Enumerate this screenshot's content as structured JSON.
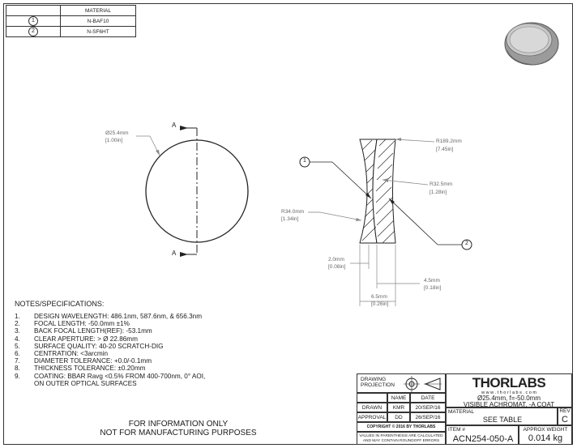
{
  "material_table": {
    "header": "MATERIAL",
    "rows": [
      {
        "num": "1",
        "material": "N-BAF10"
      },
      {
        "num": "2",
        "material": "N-SF6HT"
      }
    ]
  },
  "front_view": {
    "section_mark_top": "A",
    "section_mark_bottom": "A",
    "diameter_mm": "Ø25.4mm",
    "diameter_in": "[1.00in]"
  },
  "section_view": {
    "callout_1": "1",
    "callout_2": "2",
    "r1_mm": "R189.2mm",
    "r1_in": "[7.45in]",
    "r2_mm": "R32.5mm",
    "r2_in": "[1.28in]",
    "r3_mm": "R34.0mm",
    "r3_in": "[1.34in]",
    "t1_mm": "2.0mm",
    "t1_in": "[0.08in]",
    "t2_mm": "4.5mm",
    "t2_in": "[0.18in]",
    "t3_mm": "6.5mm",
    "t3_in": "[0.26in]"
  },
  "notes": {
    "title": "NOTES/SPECIFICATIONS:",
    "items": [
      {
        "n": "1.",
        "text": "DESIGN WAVELENGTH: 486.1nm, 587.6nm, & 656.3nm"
      },
      {
        "n": "2.",
        "text": "FOCAL LENGTH: -50.0mm ±1%"
      },
      {
        "n": "3.",
        "text": "BACK FOCAL LENGTH(REF): -53.1mm"
      },
      {
        "n": "4.",
        "text": "CLEAR APERTURE: > Ø 22.86mm"
      },
      {
        "n": "5.",
        "text": "SURFACE QUALITY: 40-20 SCRATCH-DIG"
      },
      {
        "n": "6.",
        "text": "CENTRATION: <3arcmin"
      },
      {
        "n": "7.",
        "text": "DIAMETER TOLERANCE: +0.0/-0.1mm"
      },
      {
        "n": "8.",
        "text": "THICKNESS TOLERANCE: ±0.20mm"
      },
      {
        "n": "9.",
        "text": "COATING: BBAR Ravg <0.5% FROM 400-700nm, 0° AOI,"
      },
      {
        "n": "",
        "text": "ON OUTER OPTICAL SURFACES"
      }
    ]
  },
  "disclaimer": {
    "line1": "FOR INFORMATION ONLY",
    "line2": "NOT FOR MANUFACTURING PURPOSES"
  },
  "title_block": {
    "drawing_projection": "DRAWING\nPROJECTION",
    "name_header": "NAME",
    "date_header": "DATE",
    "drawn_label": "DRAWN",
    "drawn_name": "KMR",
    "drawn_date": "20/SEP/16",
    "approval_label": "APPROVAL",
    "approval_name": "DD",
    "approval_date": "26/SEP/16",
    "copyright": "COPYRIGHT © 2016 BY THORLABS",
    "values_note_1": "VALUES IN PARENTHESIS ARE CALCULATED",
    "values_note_2": "AND MAY CONTAIN ROUNDOFF ERRORS",
    "logo": "THORLABS",
    "website": "w w w . t h o r l a b s . c o m",
    "description_1": "Ø25.4mm, f=-50.0mm",
    "description_2": "VISIBLE ACHROMAT, -A COAT",
    "material_label": "MATERIAL",
    "material_value": "SEE TABLE",
    "rev_label": "REV",
    "rev_value": "C",
    "item_label": "ITEM #",
    "item_value": "ACN254-050-A",
    "weight_label": "APPROX WEIGHT",
    "weight_value": "0.014 kg"
  }
}
